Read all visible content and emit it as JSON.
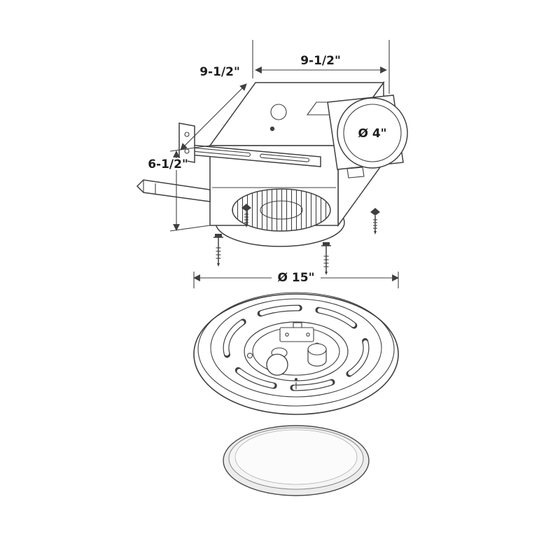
{
  "diagram": {
    "type": "technical-dimension-drawing",
    "dims": {
      "top_width": "9-1/2\"",
      "side_depth": "9-1/2\"",
      "height": "6-1/2\"",
      "duct_diameter": "Ø 4\"",
      "grille_diameter": "Ø 15\""
    }
  }
}
